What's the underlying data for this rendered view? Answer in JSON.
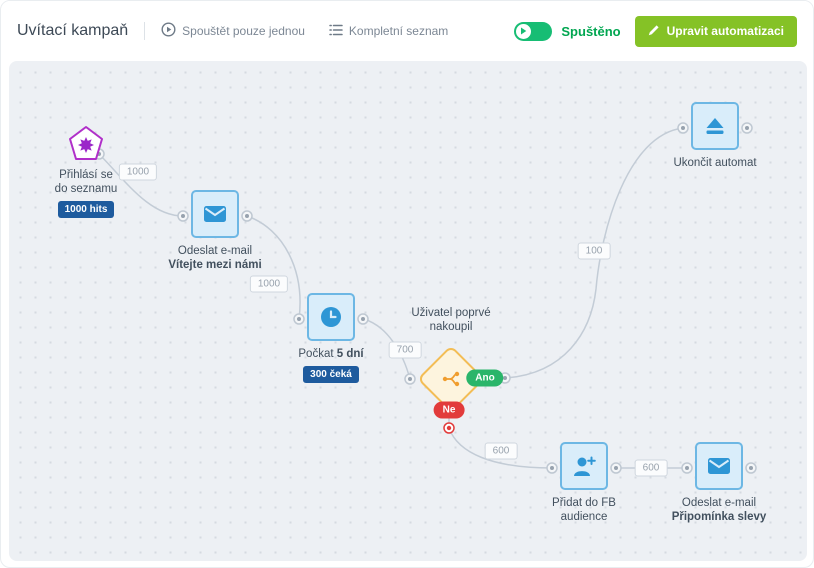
{
  "header": {
    "title": "Uvítací kampaň",
    "run_once": "Spouštět pouze jednou",
    "full_list": "Kompletní seznam",
    "status": "Spuštěno",
    "edit_button": "Upravit automatizaci"
  },
  "nodes": {
    "trigger": {
      "title_line1": "Přihlásí se",
      "title_line2": "do seznamu",
      "badge": "1000 hits"
    },
    "email_welcome": {
      "title": "Odeslat e-mail",
      "subtitle": "Vítejte mezi námi"
    },
    "wait": {
      "title_prefix": "Počkat",
      "title_bold": "5 dní",
      "badge": "300 čeká"
    },
    "decision": {
      "title_line1": "Uživatel poprvé",
      "title_line2": "nakoupil",
      "yes_label": "Ano",
      "no_label": "Ne"
    },
    "end": {
      "title": "Ukončit automat"
    },
    "fb_audience": {
      "title_line1": "Přidat do FB",
      "title_line2": "audience"
    },
    "email_reminder": {
      "title": "Odeslat e-mail",
      "subtitle": "Připomínka slevy"
    }
  },
  "edges": {
    "trigger_to_email1": "1000",
    "email1_to_wait": "1000",
    "wait_to_decision": "700",
    "yes_to_end": "100",
    "no_to_fb": "600",
    "fb_to_email2": "600"
  },
  "icons": {
    "run_once": "play-circle",
    "full_list": "list",
    "toggle": "play-toggle",
    "edit": "pencil",
    "trigger": "burst-pentagon",
    "email": "envelope",
    "wait": "clock",
    "decision": "branch",
    "end": "eject",
    "fb_audience": "person-plus"
  },
  "colors": {
    "status_green": "#00a650",
    "button_green": "#85c226",
    "toggle_green": "#17bd74",
    "node_blue": "#2e96d5",
    "node_fill": "#d9edfa",
    "node_border": "#6db7e4",
    "trigger_purple": "#a12cc7",
    "decision_orange": "#f0a22e",
    "badge_navy": "#1e5b9e",
    "yes_green": "#2ab56a",
    "no_red": "#e23b3b",
    "wire_gray": "#c3ccd6",
    "canvas_bg": "#edf0f4"
  }
}
